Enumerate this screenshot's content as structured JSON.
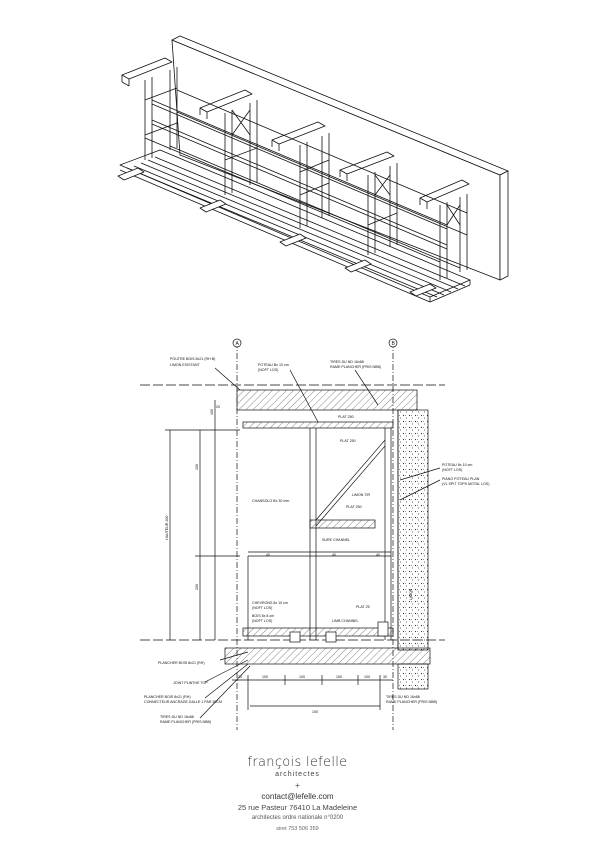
{
  "drawing": {
    "grid_markers": [
      "A",
      "B"
    ],
    "annotations": {
      "top_left_1": "POUTRE BOIS 8x21 (RH B)",
      "top_left_2": "LIMON EXISTANT",
      "top_mid_1": "POTEAU Bx 10 cm",
      "top_mid_2": "(NOFT LOS)",
      "top_right_1": "TIRES DU ND 16x88",
      "top_right_2": "RAME PLANCHER (PRIS NBB)",
      "plat_1": "PLAT 250",
      "plat_2": "PLAT 250",
      "right_1": "POTEAU 8x 10 cm",
      "right_2": "(NOFT LOS)",
      "right_3": "PIANO POTEAU PLAN",
      "right_4": "(VL SPIT TOPS MOTAL LOS)",
      "mid_1": "CHANSOLO Bx 30 mm",
      "mid_2": "LIMON TIR",
      "mid_3": "PLAT 250",
      "mid_4": "SURE CHANNEL",
      "low_1": "CHEVRONS 8x 10 cm",
      "low_2": "(NOFT LOS)",
      "low_3": "BOIS 8x 8 cm",
      "low_4": "(NOFT LOS)",
      "low_5": "PLAT 25",
      "low_6": "LIMB CHANNEL",
      "bot_1": "PLANCHER BOIS 8x21 (RH)",
      "bot_2": "JOINT PLINTHE TOP",
      "bot_3": "PLANCHER BOIS 8x21 (RH)",
      "bot_4": "CONNECTEUR ANCRAGE DALLE 1 PAR 30CM",
      "bot_5": "TIRES DU ND 16x88",
      "bot_6": "RAME PLANCHER (PRIS NBB)",
      "bot_right_1": "TIRES DU ND 16x88",
      "bot_right_2": "RAME PLANCHER (PRIS NBB)",
      "dims_bottom": [
        "20",
        "100",
        "100",
        "100",
        "100",
        "30"
      ],
      "dim_total": "100",
      "dim_vertical": [
        "100",
        "200",
        "100"
      ],
      "dim_left_total": "HAUTEUR 200",
      "dim_mid": [
        "40",
        "40",
        "40"
      ],
      "dim_top": "20",
      "side_text": "LIMON"
    }
  },
  "footer": {
    "name": "françois lefelle",
    "subtitle": "architectes",
    "plus": "+",
    "email": "contact@lefelle.com",
    "address": "25 rue Pasteur 76410 La Madeleine",
    "registration": "architectes ordre nationale n°0200",
    "tel": "siret 753 506 359"
  }
}
